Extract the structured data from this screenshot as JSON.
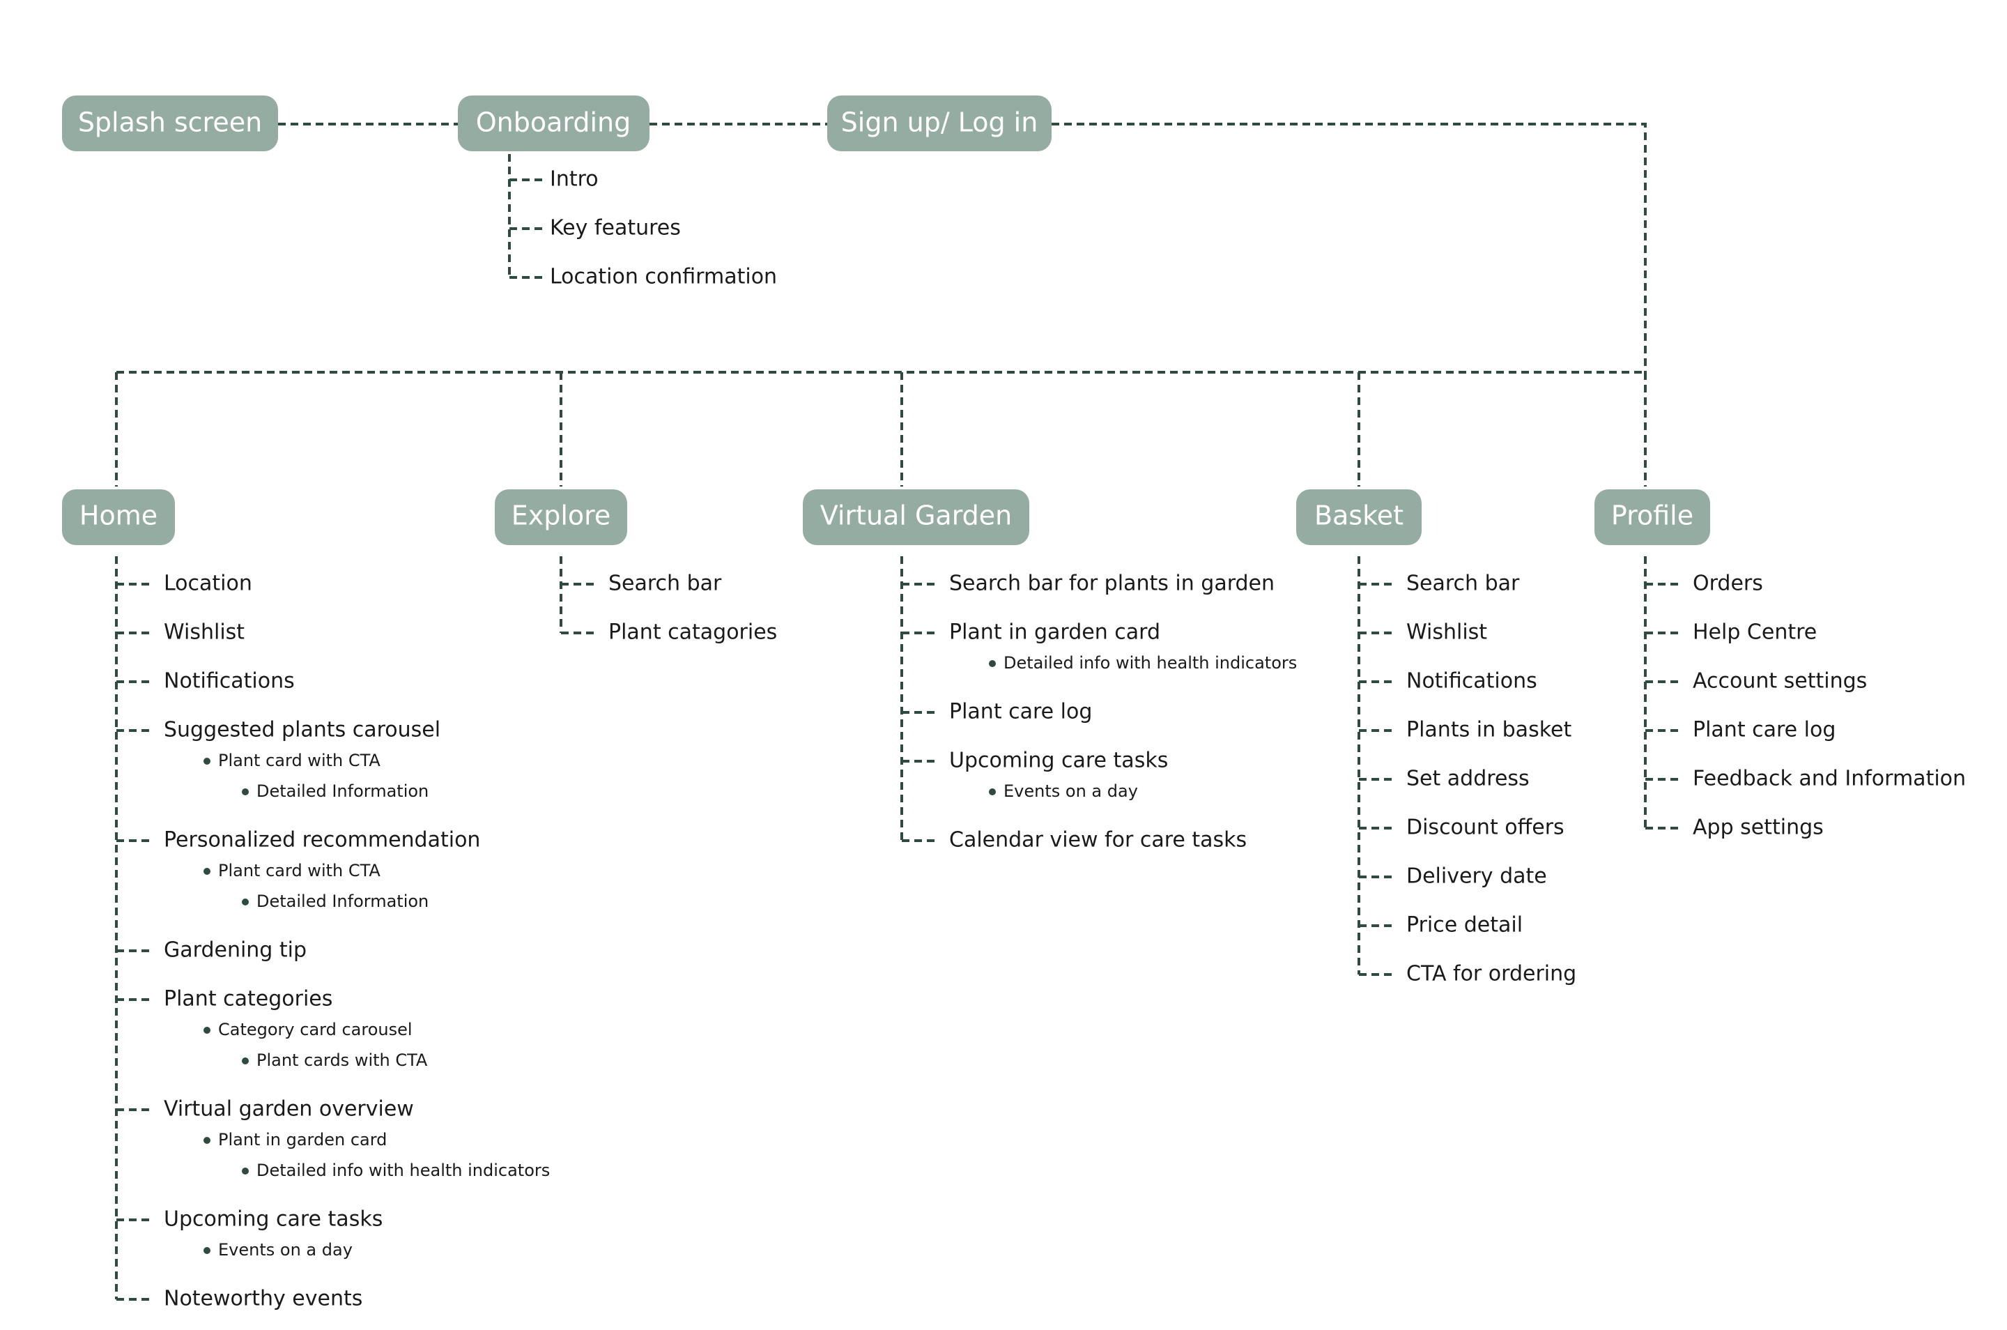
{
  "colors": {
    "node_fill": "#95aca3",
    "node_text": "#ffffff",
    "connector": "#2f4a3e",
    "item_text": "#1a1a1a"
  },
  "top_flow": {
    "splash": "Splash screen",
    "onboarding": {
      "label": "Onboarding",
      "items": [
        "Intro",
        "Key features",
        "Location confirmation"
      ]
    },
    "signup": "Sign up/ Log in"
  },
  "sections": [
    {
      "label": "Home",
      "items": [
        {
          "label": "Location",
          "subs": []
        },
        {
          "label": "Wishlist",
          "subs": []
        },
        {
          "label": "Notifications",
          "subs": []
        },
        {
          "label": "Suggested plants carousel",
          "subs": [
            {
              "label": "Plant card with CTA",
              "level": 1
            },
            {
              "label": "Detailed Information",
              "level": 2
            }
          ]
        },
        {
          "label": "Personalized recommendation",
          "subs": [
            {
              "label": "Plant card with CTA",
              "level": 1
            },
            {
              "label": "Detailed Information",
              "level": 2
            }
          ]
        },
        {
          "label": "Gardening tip",
          "subs": []
        },
        {
          "label": "Plant categories",
          "subs": [
            {
              "label": "Category card carousel",
              "level": 1
            },
            {
              "label": "Plant cards with CTA",
              "level": 2
            }
          ]
        },
        {
          "label": "Virtual garden overview",
          "subs": [
            {
              "label": "Plant in garden card",
              "level": 1
            },
            {
              "label": "Detailed info with health indicators",
              "level": 2
            }
          ]
        },
        {
          "label": "Upcoming care tasks",
          "subs": [
            {
              "label": "Events on a day",
              "level": 1
            }
          ]
        },
        {
          "label": "Noteworthy events",
          "subs": []
        }
      ]
    },
    {
      "label": "Explore",
      "items": [
        {
          "label": "Search bar",
          "subs": []
        },
        {
          "label": "Plant catagories",
          "subs": []
        }
      ]
    },
    {
      "label": "Virtual Garden",
      "items": [
        {
          "label": "Search bar for plants in garden",
          "subs": []
        },
        {
          "label": "Plant in garden card",
          "subs": [
            {
              "label": "Detailed info with health indicators",
              "level": 1
            }
          ]
        },
        {
          "label": "Plant care log",
          "subs": []
        },
        {
          "label": "Upcoming care tasks",
          "subs": [
            {
              "label": "Events on a day",
              "level": 1
            }
          ]
        },
        {
          "label": "Calendar view for care tasks",
          "subs": []
        }
      ]
    },
    {
      "label": "Basket",
      "items": [
        {
          "label": "Search bar",
          "subs": []
        },
        {
          "label": "Wishlist",
          "subs": []
        },
        {
          "label": "Notifications",
          "subs": []
        },
        {
          "label": "Plants in basket",
          "subs": []
        },
        {
          "label": "Set address",
          "subs": []
        },
        {
          "label": "Discount offers",
          "subs": []
        },
        {
          "label": "Delivery date",
          "subs": []
        },
        {
          "label": "Price detail",
          "subs": []
        },
        {
          "label": "CTA for ordering",
          "subs": []
        }
      ]
    },
    {
      "label": "Profile",
      "items": [
        {
          "label": "Orders",
          "subs": []
        },
        {
          "label": "Help Centre",
          "subs": []
        },
        {
          "label": "Account settings",
          "subs": []
        },
        {
          "label": "Plant care log",
          "subs": []
        },
        {
          "label": "Feedback and Information",
          "subs": []
        },
        {
          "label": "App settings",
          "subs": []
        }
      ]
    }
  ]
}
